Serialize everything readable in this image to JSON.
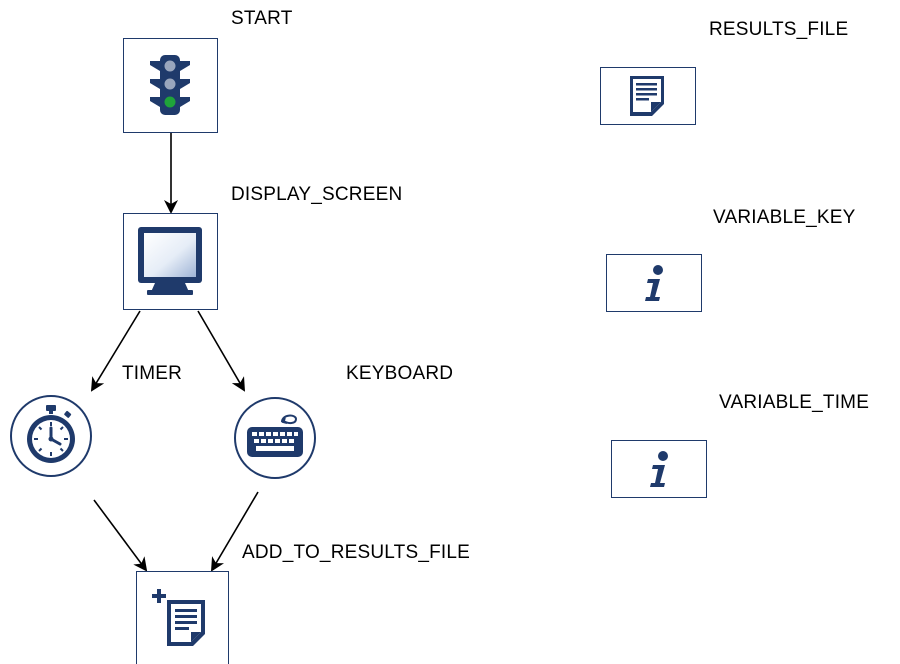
{
  "colors": {
    "navy": "#1f3a6b",
    "screen_light": "#e6edf7",
    "screen_mid": "#9fb4d6",
    "signal_off": "#9aa6bd",
    "signal_green": "#1fa33a"
  },
  "nodes": [
    {
      "id": "start",
      "label": "START",
      "icon": "traffic-light-icon"
    },
    {
      "id": "display_screen",
      "label": "DISPLAY_SCREEN",
      "icon": "monitor-icon"
    },
    {
      "id": "timer",
      "label": "TIMER",
      "icon": "stopwatch-icon"
    },
    {
      "id": "keyboard",
      "label": "KEYBOARD",
      "icon": "keyboard-icon"
    },
    {
      "id": "add_to_results_file",
      "label": "ADD_TO_RESULTS_FILE",
      "icon": "add-document-icon"
    },
    {
      "id": "results_file",
      "label": "RESULTS_FILE",
      "icon": "document-icon"
    },
    {
      "id": "variable_key",
      "label": "VARIABLE_KEY",
      "icon": "info-icon"
    },
    {
      "id": "variable_time",
      "label": "VARIABLE_TIME",
      "icon": "info-icon"
    }
  ],
  "edges": [
    {
      "from": "start",
      "to": "display_screen"
    },
    {
      "from": "display_screen",
      "to": "timer"
    },
    {
      "from": "display_screen",
      "to": "keyboard"
    },
    {
      "from": "timer",
      "to": "add_to_results_file"
    },
    {
      "from": "keyboard",
      "to": "add_to_results_file"
    }
  ]
}
